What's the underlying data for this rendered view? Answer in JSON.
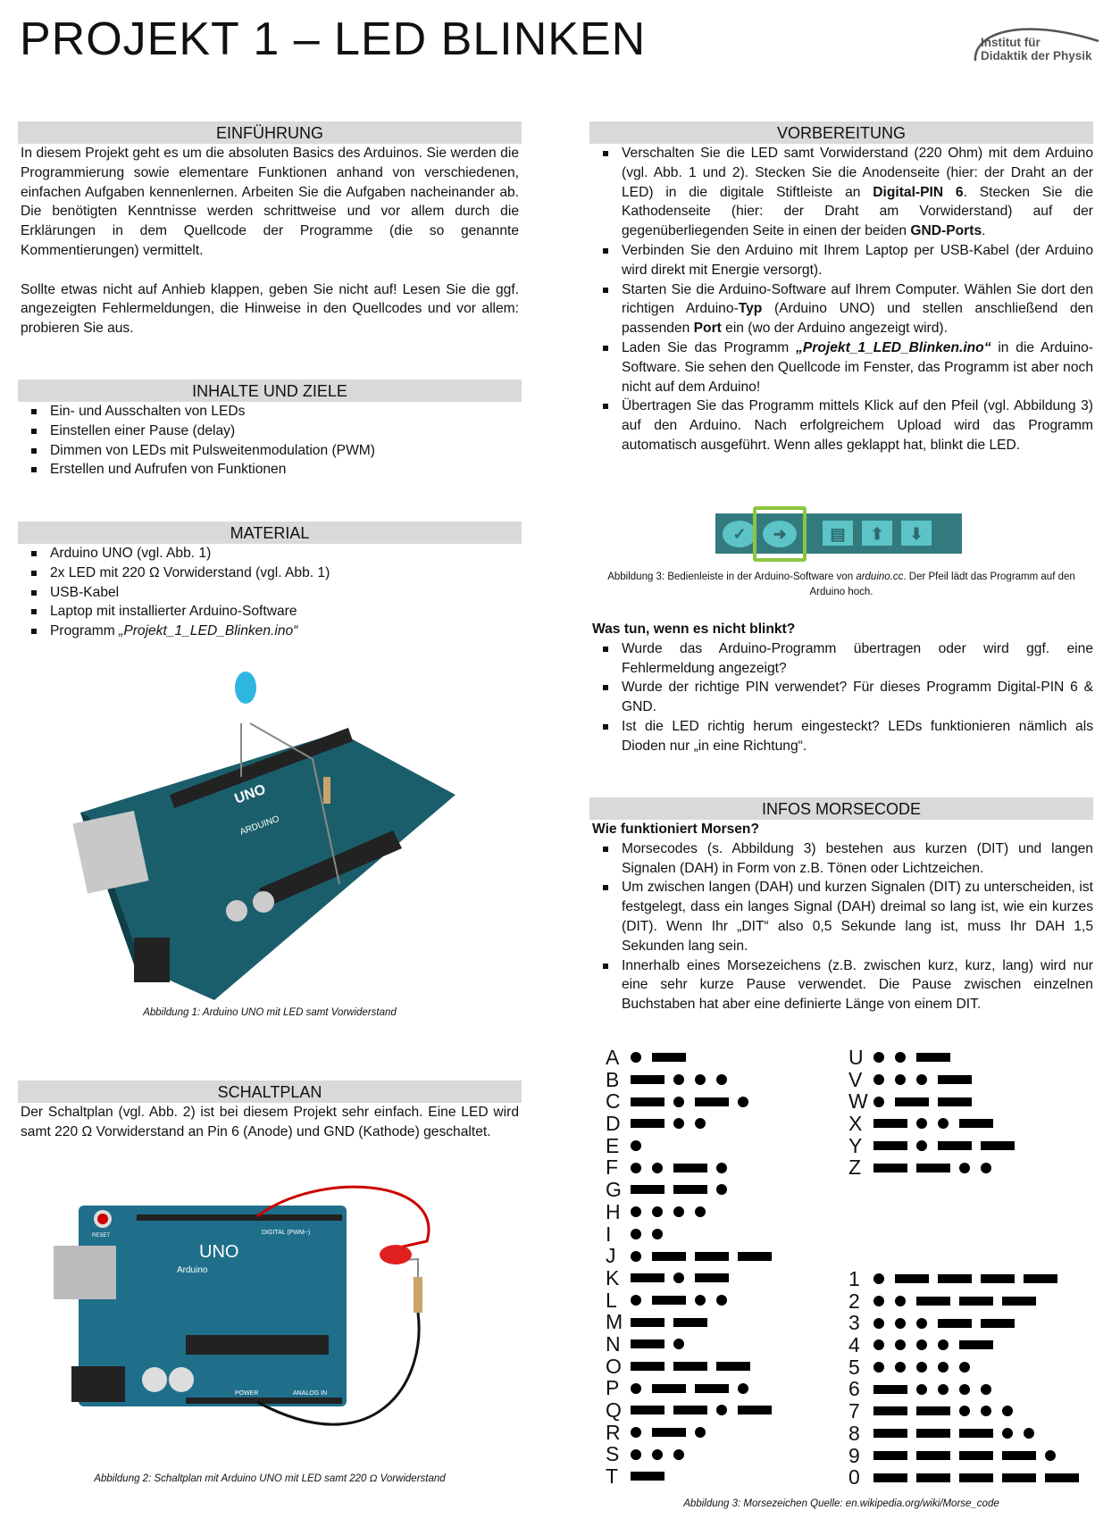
{
  "title": "PROJEKT 1 – LED BLINKEN",
  "logo": {
    "line1": "Institut für",
    "line2": "Didaktik der Physik"
  },
  "einfuehrung": {
    "header": "EINFÜHRUNG",
    "p1": "In diesem Projekt geht es um die absoluten Basics des Arduinos. Sie werden die Programmierung sowie elementare Funktionen anhand von verschiedenen, einfachen Aufgaben kennenlernen. Arbeiten Sie die Aufgaben nacheinander ab. Die benötigten Kenntnisse werden schrittweise und vor allem durch die Erklärungen in dem Quellcode der Programme (die so genannte Kommentierungen) vermittelt.",
    "p2": "Sollte etwas nicht auf Anhieb klappen, geben Sie nicht auf! Lesen Sie die ggf. angezeigten Fehlermeldungen, die Hinweise in den Quellcodes und vor allem: probieren Sie aus."
  },
  "inhalte": {
    "header": "INHALTE UND ZIELE",
    "items": [
      "Ein- und Ausschalten von LEDs",
      "Einstellen einer Pause (delay)",
      "Dimmen von LEDs mit Pulsweitenmodulation (PWM)",
      "Erstellen und Aufrufen von Funktionen"
    ]
  },
  "material": {
    "header": "MATERIAL",
    "items": [
      "Arduino UNO (vgl. Abb. 1)",
      "2x LED mit 220 Ω Vorwiderstand (vgl. Abb. 1)",
      "USB-Kabel",
      "Laptop mit installierter Arduino-Software"
    ],
    "item5_prefix": "Programm ",
    "item5_em": "„Projekt_1_LED_Blinken.ino“"
  },
  "fig1": {
    "caption": "Abbildung 1: Arduino UNO mit LED samt Vorwiderstand",
    "board_label": "UNO",
    "brand": "ARDUINO"
  },
  "schaltplan": {
    "header": "SCHALTPLAN",
    "text": "Der Schaltplan (vgl. Abb. 2) ist bei diesem Projekt sehr einfach. Eine LED wird samt 220 Ω Vorwiderstand an Pin 6 (Anode) und GND (Kathode) geschaltet.",
    "caption": "Abbildung 2: Schaltplan mit Arduino UNO mit LED samt 220 Ω Vorwiderstand",
    "board_label": "UNO",
    "brand": "Arduino",
    "digital": "DIGITAL (PWM~)",
    "power": "POWER",
    "analog": "ANALOG IN",
    "reset": "RESET"
  },
  "vorbereitung": {
    "header": "VORBEREITUNG",
    "i1a": "Verschalten Sie die LED samt Vorwiderstand (220 Ohm) mit dem Arduino (vgl. Abb. 1 und 2). Stecken Sie die Anodenseite (hier: der Draht an der LED) in die digitale Stiftleiste an ",
    "i1b": "Digital-PIN 6",
    "i1c": ". Stecken Sie die Kathodenseite (hier: der Draht am Vorwiderstand) auf der gegenüberliegenden Seite in einen der beiden ",
    "i1d": "GND-Ports",
    "i1e": ".",
    "i2": "Verbinden Sie den Arduino mit Ihrem Laptop per USB-Kabel (der Arduino wird direkt mit Energie versorgt).",
    "i3a": "Starten Sie die Arduino-Software auf Ihrem Computer. Wählen Sie dort den richtigen Arduino-",
    "i3b": "Typ",
    "i3c": " (Arduino UNO) und stellen anschließend den passenden ",
    "i3d": "Port",
    "i3e": " ein (wo der Arduino angezeigt wird).",
    "i4a": "Laden Sie das Programm ",
    "i4b": "„Projekt_1_LED_Blinken.ino“",
    "i4c": " in die Arduino-Software. Sie sehen den Quellcode im Fenster, das Programm ist aber noch nicht auf dem Arduino!",
    "i5": "Übertragen Sie das Programm mittels Klick auf den Pfeil (vgl. Abbildung 3) auf den Arduino. Nach erfolgreichem Upload wird das Programm automatisch ausgeführt. Wenn alles geklappt hat, blinkt die LED."
  },
  "fig3": {
    "caption_a": "Abbildung 3: Bedienleiste in der Arduino-Software von ",
    "caption_em": "arduino.cc",
    "caption_b": ". Der Pfeil lädt das Programm auf den Arduino hoch.",
    "highlight": "#8cc63f"
  },
  "wastun": {
    "title": "Was tun, wenn es nicht blinkt?",
    "items": [
      "Wurde das Arduino-Programm übertragen oder wird ggf. eine Fehlermeldung angezeigt?",
      "Wurde der richtige PIN verwendet? Für dieses Programm Digital-PIN 6 & GND.",
      "Ist die LED richtig herum eingesteckt? LEDs funktionieren nämlich als Dioden nur „in eine Richtung“."
    ]
  },
  "morse_info": {
    "header": "INFOS MORSECODE",
    "title": "Wie funktioniert Morsen?",
    "items": [
      "Morsecodes (s. Abbildung 3) bestehen aus kurzen (DIT) und langen Signalen (DAH) in Form von z.B. Tönen oder Lichtzeichen.",
      "Um zwischen langen (DAH) und kurzen Signalen (DIT) zu unterscheiden, ist festgelegt, dass ein langes Signal (DAH) dreimal so lang ist, wie ein kurzes (DIT). Wenn Ihr „DIT“ also 0,5 Sekunde lang ist, muss Ihr DAH 1,5 Sekunden lang sein.",
      "Innerhalb eines Morsezeichens (z.B. zwischen kurz, kurz, lang) wird nur eine sehr kurze Pause verwendet. Die Pause zwischen einzelnen Buchstaben hat aber eine definierte Länge von einem DIT."
    ]
  },
  "morse_table": {
    "caption": "Abbildung 3: Morsezeichen Quelle: en.wikipedia.org/wiki/Morse_code",
    "col1": [
      [
        "A",
        ".-"
      ],
      [
        "B",
        "-..."
      ],
      [
        "C",
        "-.-."
      ],
      [
        "D",
        "-.."
      ],
      [
        "E",
        "."
      ],
      [
        "F",
        "..-."
      ],
      [
        "G",
        "--."
      ],
      [
        "H",
        "...."
      ],
      [
        "I",
        ".."
      ],
      [
        "J",
        ".---"
      ],
      [
        "K",
        "-.-"
      ],
      [
        "L",
        ".-.."
      ],
      [
        "M",
        "--"
      ],
      [
        "N",
        "-."
      ],
      [
        "O",
        "---"
      ],
      [
        "P",
        ".--."
      ],
      [
        "Q",
        "--.-"
      ],
      [
        "R",
        ".-."
      ],
      [
        "S",
        "..."
      ],
      [
        "T",
        "-"
      ]
    ],
    "col2": [
      [
        "U",
        "..-"
      ],
      [
        "V",
        "...-"
      ],
      [
        "W",
        ".--"
      ],
      [
        "X",
        "-..-"
      ],
      [
        "Y",
        "-.--"
      ],
      [
        "Z",
        "--.."
      ]
    ],
    "col3": [
      [
        "1",
        ".----"
      ],
      [
        "2",
        "..---"
      ],
      [
        "3",
        "...--"
      ],
      [
        "4",
        "....-"
      ],
      [
        "5",
        "....."
      ],
      [
        "6",
        "-...."
      ],
      [
        "7",
        "--..."
      ],
      [
        "8",
        "---.."
      ],
      [
        "9",
        "----."
      ],
      [
        "0",
        "-----"
      ]
    ]
  }
}
